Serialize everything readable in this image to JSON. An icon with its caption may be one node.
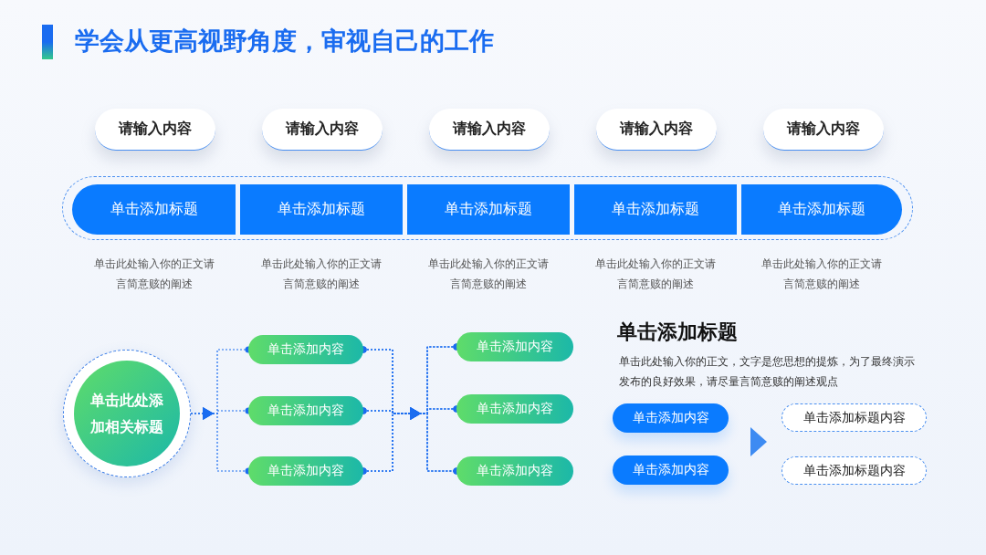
{
  "diagram": {
    "title": "学会从更高视野角度，审视自己的工作",
    "nodes": [
      {
        "text": [
          "请输入内容"
        ]
      },
      {
        "text": [
          "请输入内容"
        ]
      },
      {
        "text": [
          "请输入内容"
        ]
      },
      {
        "text": [
          "请输入内容"
        ]
      },
      {
        "text": [
          "请输入内容"
        ]
      },
      {
        "text": [],
        "shape": "box"
      },
      {
        "text": [
          "单击添加标题"
        ],
        "in": 5,
        "beside": [
          "单击此处输入你的正文请言简意赅的阐述"
        ]
      },
      {
        "text": [
          "单击添加标题"
        ],
        "in": 5,
        "beside": [
          "单击此处输入你的正文请言简意赅的阐述"
        ]
      },
      {
        "text": [
          "单击添加标题"
        ],
        "in": 5,
        "beside": [
          "单击此处输入你的正文请言简意赅的阐述"
        ]
      },
      {
        "text": [
          "单击添加标题"
        ],
        "in": 5,
        "beside": [
          "单击此处输入你的正文请言简意赅的阐述"
        ]
      },
      {
        "text": [
          "单击添加标题"
        ],
        "in": 5,
        "beside": [
          "单击此处输入你的正文请言简意赅的阐述"
        ]
      },
      {
        "text": [
          "单击此处添加相关标题"
        ]
      },
      {
        "text": [
          "单击添加内容"
        ]
      },
      {
        "text": [
          "单击添加内容"
        ]
      },
      {
        "text": [
          "单击添加内容"
        ]
      },
      {
        "text": [
          "单击添加内容"
        ]
      },
      {
        "text": [
          "单击添加内容"
        ]
      },
      {
        "text": [
          "单击添加内容"
        ]
      },
      {
        "text": [
          "单击添加内容"
        ]
      },
      {
        "text": [
          "单击添加内容"
        ]
      },
      {
        "text": [
          "单击添加标题内容"
        ]
      },
      {
        "text": [
          "单击添加标题内容"
        ]
      }
    ],
    "edges": [
      {
        "from": 11,
        "to": 12,
        "arrow": "to",
        "style": "dashed"
      },
      {
        "from": 11,
        "to": 13,
        "arrow": "to",
        "style": "dashed"
      },
      {
        "from": 11,
        "to": 14,
        "arrow": "to",
        "style": "dashed"
      },
      {
        "from": 12,
        "to": 15,
        "arrow": "to",
        "style": "dashed"
      },
      {
        "from": 12,
        "to": 16,
        "arrow": "to",
        "style": "dashed"
      },
      {
        "from": 12,
        "to": 17,
        "arrow": "to",
        "style": "dashed"
      },
      {
        "from": 13,
        "to": 15,
        "arrow": "to",
        "style": "dashed"
      },
      {
        "from": 13,
        "to": 16,
        "arrow": "to",
        "style": "dashed"
      },
      {
        "from": 13,
        "to": 17,
        "arrow": "to",
        "style": "dashed"
      },
      {
        "from": 14,
        "to": 15,
        "arrow": "to",
        "style": "dashed"
      },
      {
        "from": 14,
        "to": 16,
        "arrow": "to",
        "style": "dashed"
      },
      {
        "from": 14,
        "to": 17,
        "arrow": "to",
        "style": "dashed"
      }
    ],
    "labels": [
      "单击添加标题",
      "单击此处输入你的正文，文字是您思想的提炼，为了最终演示发布的良好效果，请尽量言简意赅的阐述观点"
    ]
  }
}
